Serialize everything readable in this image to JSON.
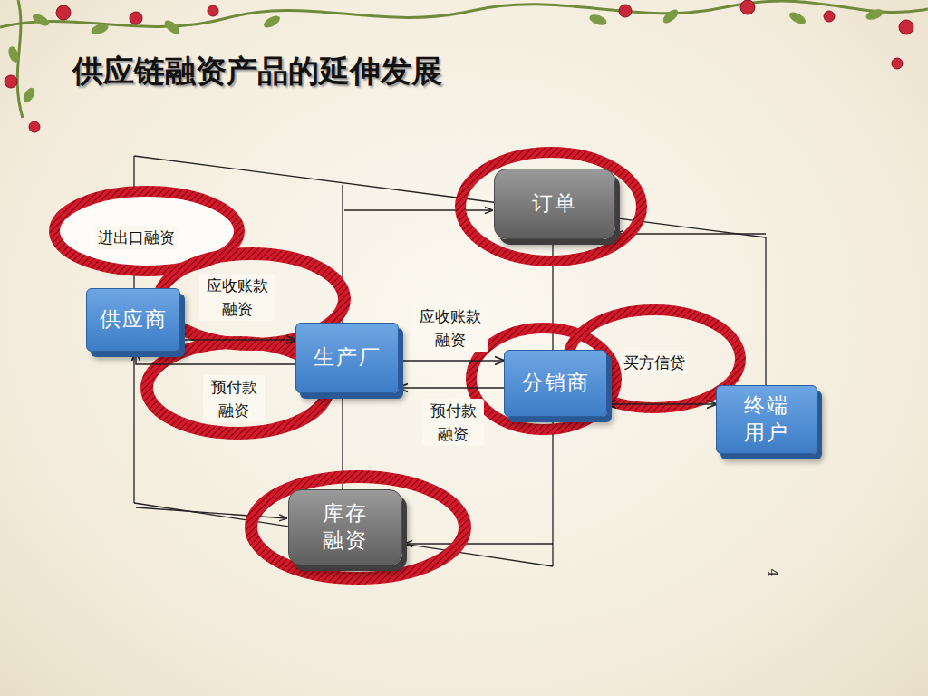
{
  "diagram": {
    "title": "供应链融资产品的延伸发展",
    "nodes": [
      {
        "text": [
          "订单"
        ]
      },
      {
        "text": [
          "供应商"
        ]
      },
      {
        "text": [
          "生产厂"
        ]
      },
      {
        "text": [
          "分销商"
        ]
      },
      {
        "text": [
          "终端用户"
        ]
      },
      {
        "text": [
          "库存融资"
        ]
      }
    ],
    "edges": [
      {
        "from": 1,
        "to": 2,
        "label": "应收账款融资",
        "arrow": "to"
      },
      {
        "from": 2,
        "to": 1,
        "label": "预付款融资",
        "arrow": "to"
      },
      {
        "from": 2,
        "to": 3,
        "label": "应收账款融资",
        "arrow": "to"
      },
      {
        "from": 3,
        "to": 2,
        "label": "预付款融资",
        "arrow": "to"
      },
      {
        "from": 3,
        "to": 4,
        "label": "买方信贷",
        "arrow": "both"
      }
    ],
    "labels": [
      "进出口融资",
      "4"
    ]
  }
}
